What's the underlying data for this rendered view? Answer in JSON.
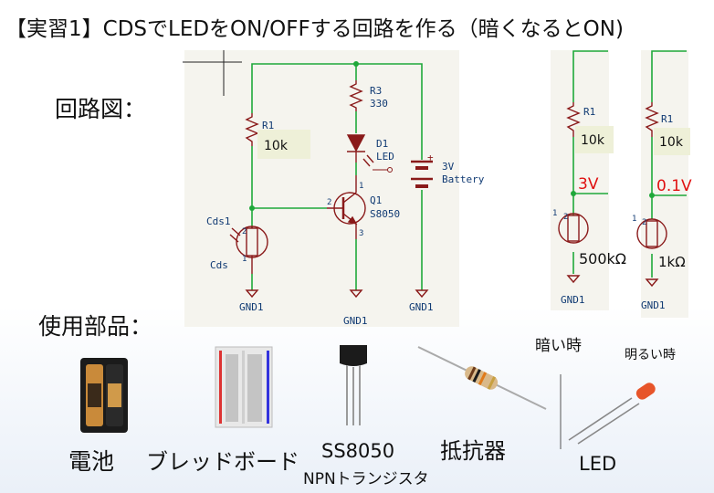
{
  "slide": {
    "title": "【実習1】CDSでLEDをON/OFFする回路を作る（暗くなるとON)",
    "circuit_heading": "回路図：",
    "parts_heading": "使用部品：",
    "colors": {
      "wire": "#1fa83a",
      "component": "#8a1a1a",
      "label_text": "#103a73",
      "voltage": "#e01010",
      "panel": "#f5f4ee"
    }
  },
  "schematic": {
    "r3_name": "R3",
    "r3_value": "330",
    "r1_name": "R1",
    "r1_value": "10k",
    "d1_name": "D1",
    "d1_value": "LED",
    "battery_value": "3V",
    "battery_name": "Battery",
    "q1_name": "Q1",
    "q1_value": "S8050",
    "cds_name": "Cds1",
    "cds_value": "Cds",
    "pin_1": "1",
    "pin_2": "2",
    "pin_3": "3",
    "plus_sign": "+",
    "gnd_label": "GND1"
  },
  "dark_example": {
    "r1_name": "R1",
    "r1_value": "10k",
    "voltage": "3V",
    "cds_resistance": "500kΩ",
    "gnd_label": "GND1",
    "caption": "暗い時"
  },
  "bright_example": {
    "r1_name": "R1",
    "r1_value": "10k",
    "voltage": "0.1V",
    "cds_resistance": "1kΩ",
    "gnd_label": "GND1",
    "caption": "明るい時"
  },
  "parts": [
    {
      "label": "電池",
      "icon": "battery-holder-icon"
    },
    {
      "label": "ブレッドボード",
      "icon": "breadboard-icon"
    },
    {
      "label": "SS8050",
      "sublabel": "NPNトランジスタ",
      "icon": "transistor-icon"
    },
    {
      "label": "抵抗器",
      "icon": "resistor-icon"
    },
    {
      "label": "LED",
      "icon": "led-icon"
    }
  ]
}
